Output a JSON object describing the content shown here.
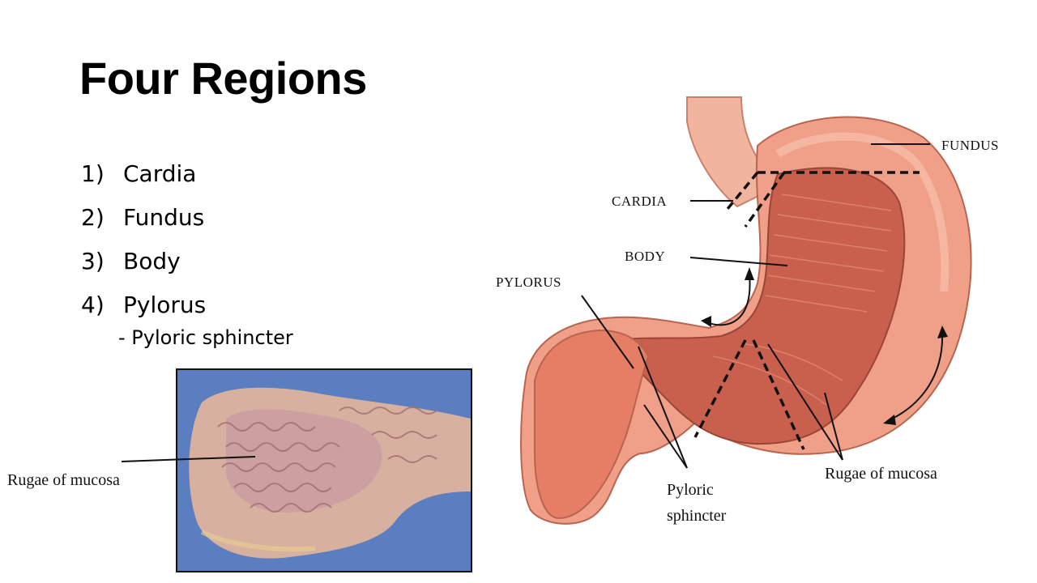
{
  "slide": {
    "title": "Four Regions",
    "regions": [
      {
        "num": "1)",
        "name": "Cardia"
      },
      {
        "num": "2)",
        "name": "Fundus"
      },
      {
        "num": "3)",
        "name": "Body"
      },
      {
        "num": "4)",
        "name": "Pylorus"
      }
    ],
    "sub_item": "-  Pyloric sphincter"
  },
  "diagram_labels": {
    "fundus": "FUNDUS",
    "cardia": "CARDIA",
    "body": "BODY",
    "pylorus": "PYLORUS",
    "rugae_right": "Rugae of mucosa",
    "pyloric_sphincter_line1": "Pyloric",
    "pyloric_sphincter_line2": "sphincter",
    "rugae_left": "Rugae of mucosa"
  },
  "colors": {
    "stomach_outer": "#f0a088",
    "stomach_inner": "#c9604e",
    "photo_background": "#5a7ec0",
    "photo_tissue": "#d8b0a0"
  }
}
